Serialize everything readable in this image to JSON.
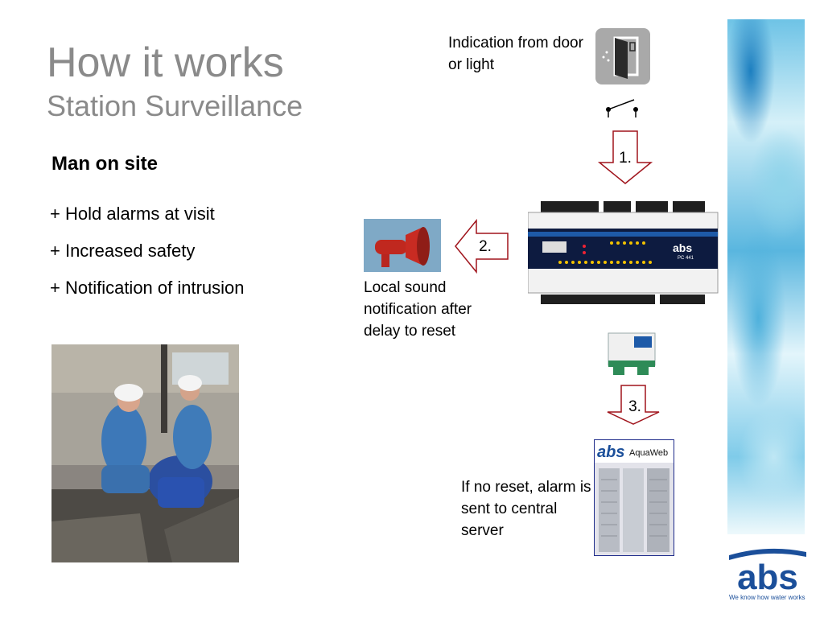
{
  "header": {
    "title": "How it works",
    "subtitle": "Station Surveillance"
  },
  "left": {
    "heading": "Man on site",
    "bullets": [
      "+ Hold alarms at visit",
      "+ Increased safety",
      "+ Notification of intrusion"
    ]
  },
  "diagram": {
    "door_label": "Indication from door or light",
    "siren_label": "Local sound notification after delay to reset",
    "server_label": "If no reset, alarm is sent to central server",
    "step1": "1.",
    "step2": "2.",
    "step3": "3.",
    "controller_brand": "abs",
    "controller_model": "PC 441",
    "server_brand": "abs",
    "server_product": "AquaWeb"
  },
  "branding": {
    "logo_text": "abs",
    "tagline": "We know how water works",
    "colors": {
      "brand_blue": "#1b4f9a",
      "arrow_red": "#a0141c",
      "title_gray": "#8a8a8a"
    }
  },
  "icons": [
    "door-icon",
    "switch-icon",
    "siren-icon",
    "controller-unit",
    "modem-unit",
    "server-rack",
    "workers-photo",
    "abs-logo"
  ]
}
